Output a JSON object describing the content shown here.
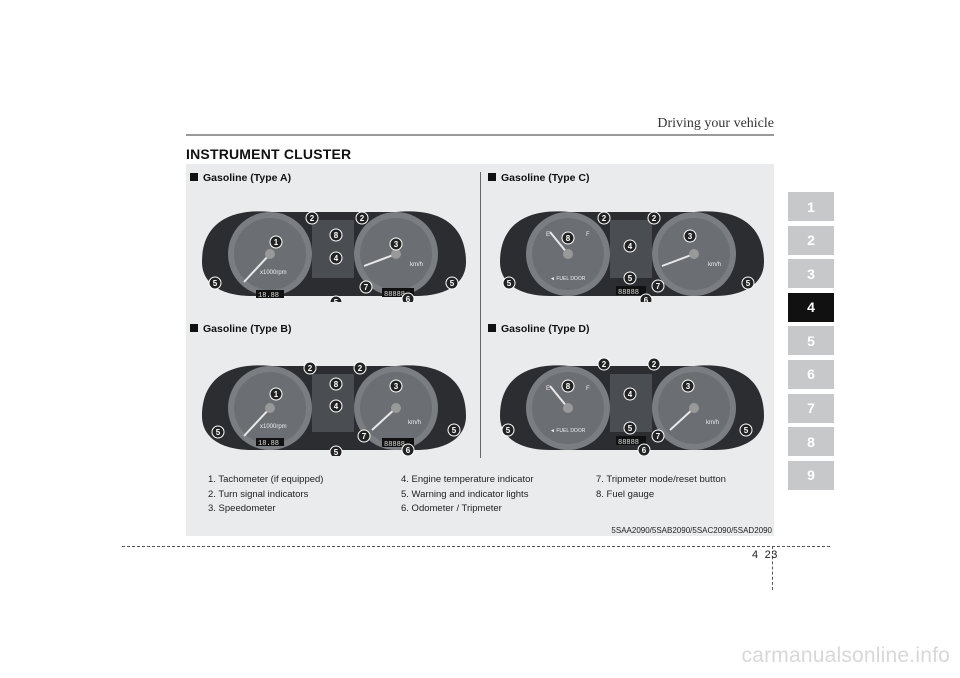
{
  "header": {
    "section": "Driving your vehicle"
  },
  "title": "INSTRUMENT CLUSTER",
  "clusters": [
    {
      "caption": "Gasoline (Type A)"
    },
    {
      "caption": "Gasoline (Type B)"
    },
    {
      "caption": "Gasoline (Type C)"
    },
    {
      "caption": "Gasoline (Type D)"
    }
  ],
  "gauge_text": {
    "rpm_unit": "x1000rpm",
    "speed_unit": "km/h",
    "fuel_door": "◄ FUEL DOOR",
    "digits": "18.88",
    "odo": "88888",
    "fuel_e": "E",
    "fuel_f": "F"
  },
  "callouts": [
    "1",
    "2",
    "3",
    "4",
    "5",
    "6",
    "7",
    "8"
  ],
  "legend": [
    "1. Tachometer (if equipped)",
    "2. Turn signal indicators",
    "3. Speedometer",
    "4. Engine temperature indicator",
    "5. Warning and indicator lights",
    "6. Odometer / Tripmeter",
    "7. Tripmeter mode/reset button",
    "8. Fuel gauge"
  ],
  "figure_code": "5SAA2090/5SAB2090/5SAC2090/5SAD2090",
  "chapters": [
    "1",
    "2",
    "3",
    "4",
    "5",
    "6",
    "7",
    "8",
    "9"
  ],
  "active_chapter": "4",
  "page": {
    "chapter": "4",
    "number": "23"
  },
  "watermark": "carmanualsonline.info",
  "colors": {
    "panel": "#e9ebed",
    "tab": "#c6c8ca",
    "tab_active": "#111111",
    "cluster_dark": "#2b2d30",
    "dial": "#6b6e72"
  }
}
